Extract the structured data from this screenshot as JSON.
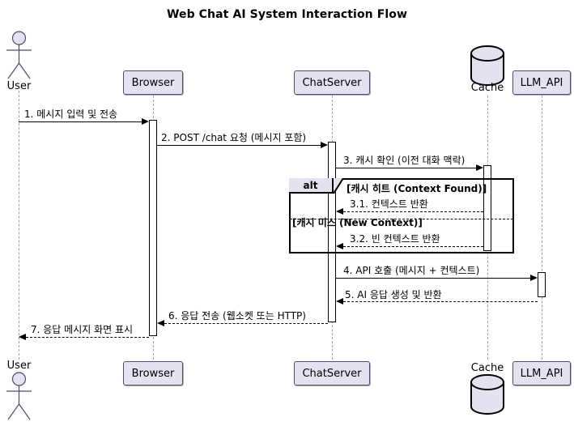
{
  "diagram": {
    "title": "Web Chat AI System Interaction Flow",
    "type": "uml-sequence-diagram",
    "colors": {
      "participant_fill": "#E2E2F0",
      "participant_border": "#4d4d6b",
      "lifeline": "#a0a0a0",
      "line": "#000000",
      "background": "#ffffff"
    }
  },
  "participants": [
    {
      "id": "user",
      "name": "User",
      "shape": "actor"
    },
    {
      "id": "browser",
      "name": "Browser",
      "shape": "box"
    },
    {
      "id": "chatserver",
      "name": "ChatServer",
      "shape": "box"
    },
    {
      "id": "cache",
      "name": "Cache",
      "shape": "database"
    },
    {
      "id": "llm",
      "name": "LLM_API",
      "shape": "box"
    }
  ],
  "messages": [
    {
      "num": "1",
      "label": "1. 메시지 입력 및 전송",
      "from": "user",
      "to": "browser",
      "style": "solid"
    },
    {
      "num": "2",
      "label": "2. POST /chat 요청 (메시지 포함)",
      "from": "browser",
      "to": "chatserver",
      "style": "solid"
    },
    {
      "num": "3",
      "label": "3. 캐시 확인 (이전 대화 맥락)",
      "from": "chatserver",
      "to": "cache",
      "style": "solid"
    },
    {
      "num": "3.1",
      "label": "3.1. 컨텍스트 반환",
      "from": "cache",
      "to": "chatserver",
      "style": "dashed"
    },
    {
      "num": "3.2",
      "label": "3.2. 빈 컨텍스트 반환",
      "from": "cache",
      "to": "chatserver",
      "style": "dashed"
    },
    {
      "num": "4",
      "label": "4. API 호출 (메시지 + 컨텍스트)",
      "from": "chatserver",
      "to": "llm",
      "style": "solid"
    },
    {
      "num": "5",
      "label": "5. AI 응답 생성 및 반환",
      "from": "llm",
      "to": "chatserver",
      "style": "dashed"
    },
    {
      "num": "6",
      "label": "6. 응답 전송 (웹소켓 또는 HTTP)",
      "from": "chatserver",
      "to": "browser",
      "style": "dashed"
    },
    {
      "num": "7",
      "label": "7. 응답 메시지 화면 표시",
      "from": "browser",
      "to": "user",
      "style": "dashed"
    }
  ],
  "fragments": [
    {
      "operator": "alt",
      "guards": [
        "[캐시 히트 (Context Found)]",
        "[캐시 미스 (New Context)]"
      ]
    }
  ]
}
